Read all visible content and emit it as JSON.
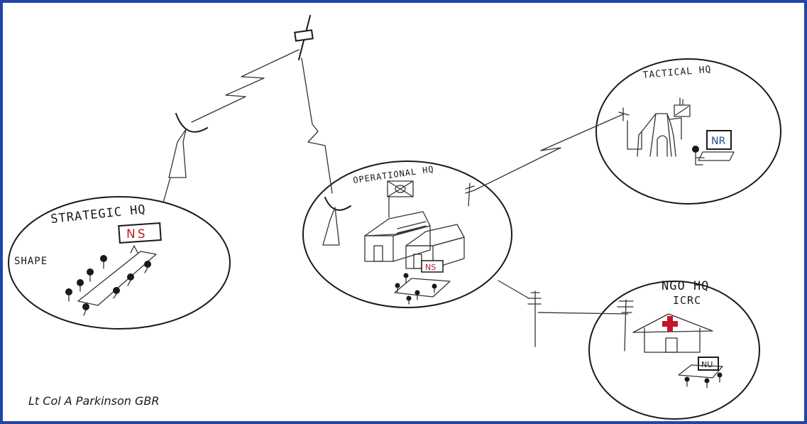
{
  "nodes": {
    "strategic": {
      "title": "STRATEGIC HQ",
      "side_label": "SHAPE",
      "sign": "NS"
    },
    "operational": {
      "title": "OPERATIONAL HQ",
      "sign": "NS"
    },
    "tactical": {
      "title": "TACTICAL HQ",
      "laptop_label": "NR"
    },
    "ngo": {
      "title": "NGO HQ",
      "subtitle": "ICRC",
      "laptop_label": "NU"
    }
  },
  "signature": "Lt Col A Parkinson GBR",
  "colors": {
    "frame": "#2146a8",
    "sign_red": "#c0182a",
    "laptop_blue": "#1f4e8c",
    "ink": "#1a1a1a"
  },
  "icons": [
    "satellite-icon",
    "satellite-dish-icon",
    "radio-antenna-icon",
    "tent-icon",
    "laptop-icon",
    "building-icon",
    "flag-icon",
    "red-cross-icon",
    "telephone-pole-icon",
    "conference-table-icon",
    "person-icon"
  ]
}
